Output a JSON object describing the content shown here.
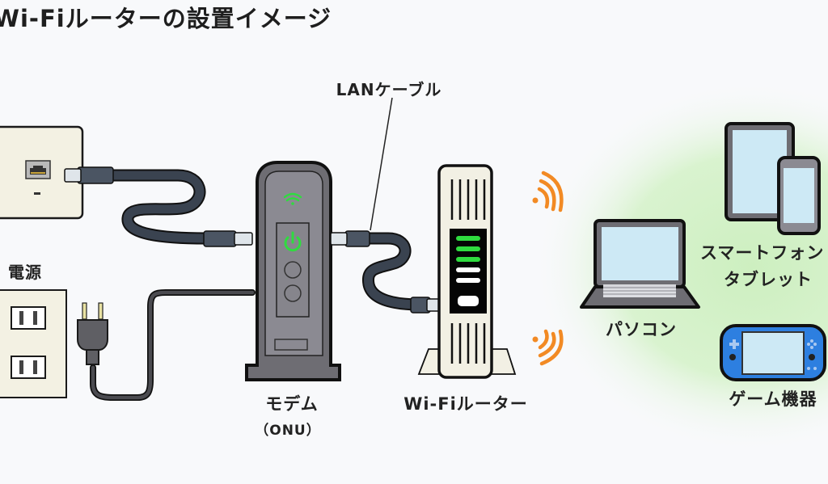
{
  "title": "Wi-Fiルーターの設置イメージ",
  "labels": {
    "lan_cable": "LANケーブル",
    "power_source": "電源",
    "modem": "モデム",
    "modem_sub": "（ONU）",
    "router": "Wi-Fiルーター",
    "pc": "パソコン",
    "smartphone_line1": "スマートフォン",
    "smartphone_line2": "タブレット",
    "game": "ゲーム機器"
  },
  "colors": {
    "background": "#f8f9fb",
    "cable": "#3a4350",
    "device_gray": "#6e6d73",
    "router_body": "#f2f0e4",
    "wall_plate": "#f3f1e3",
    "led_green": "#2fdc3f",
    "wifi_signal": "#f28a24",
    "screen": "#cde9f5",
    "game_body": "#2d7fe0",
    "coverage_glow": "#d6f3cc"
  },
  "router_leds": [
    "green",
    "green",
    "green",
    "white",
    "white"
  ]
}
